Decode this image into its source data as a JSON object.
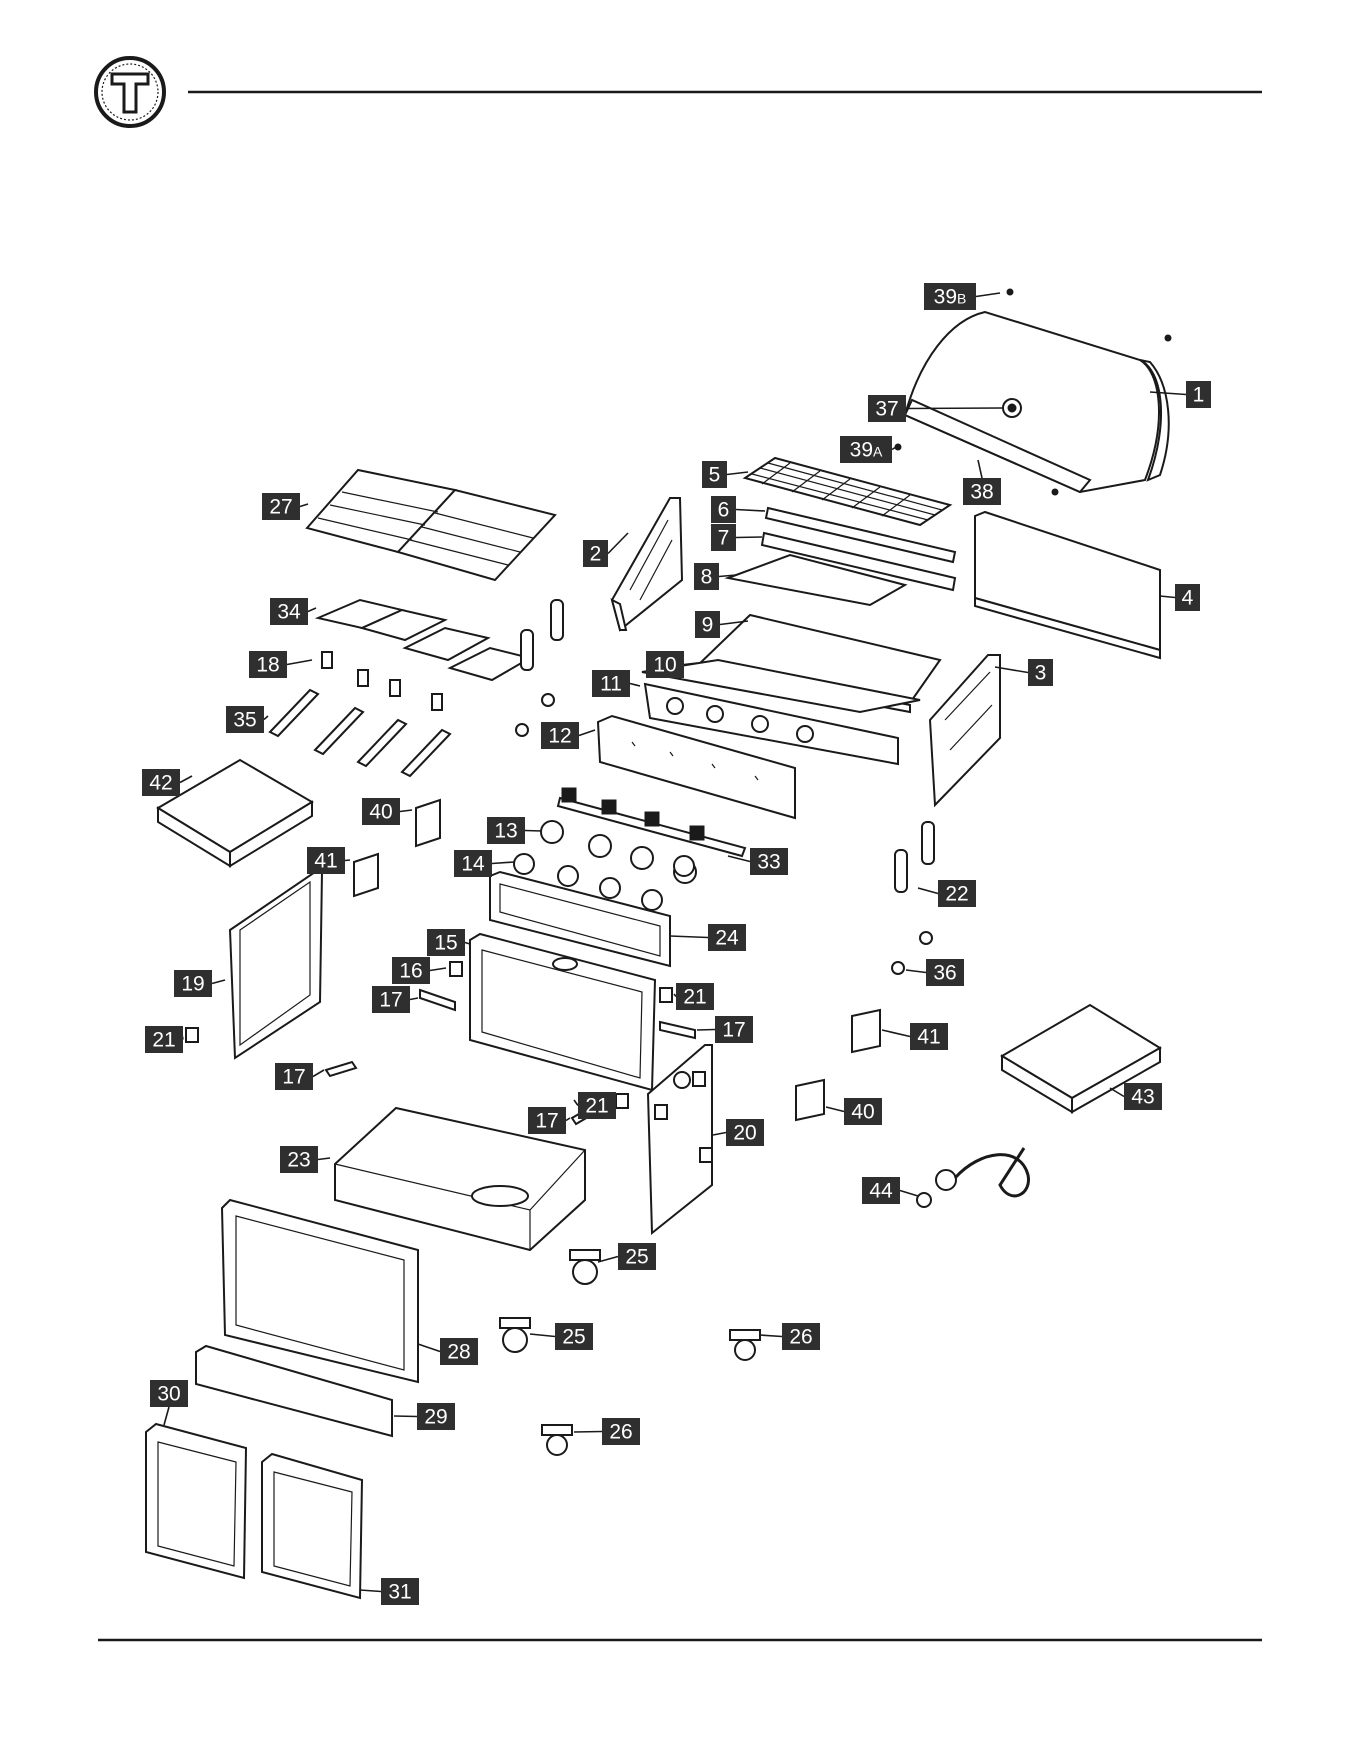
{
  "logo": {
    "letter": "T"
  },
  "labels": [
    "1",
    "2",
    "3",
    "4",
    "5",
    "6",
    "7",
    "8",
    "9",
    "10",
    "11",
    "12",
    "13",
    "14",
    "15",
    "16",
    "17",
    "17",
    "17",
    "17",
    "18",
    "19",
    "20",
    "21",
    "21",
    "21",
    "22",
    "23",
    "24",
    "25",
    "25",
    "26",
    "26",
    "27",
    "28",
    "29",
    "30",
    "31",
    "33",
    "34",
    "35",
    "36",
    "37",
    "38",
    "39A",
    "39B",
    "40",
    "40",
    "41",
    "41",
    "42",
    "43",
    "44"
  ],
  "colors": {
    "label_bg": "#2f2f2f",
    "label_text": "#ffffff",
    "line": "#1a1a1a"
  }
}
